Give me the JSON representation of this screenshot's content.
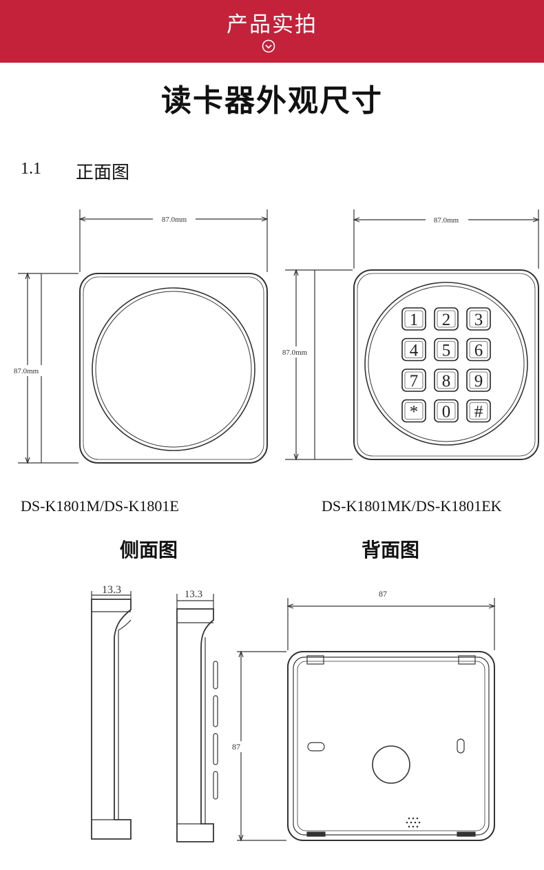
{
  "header": {
    "title": "产品实拍",
    "arrow_icon": "chevron-down-circle-icon"
  },
  "main_title": "读卡器外观尺寸",
  "section": {
    "number": "1.1",
    "title": "正面图"
  },
  "front_views": [
    {
      "model": "DS-K1801M/DS-K1801E",
      "width_label": "87.0mm",
      "height_label": "87.0mm"
    },
    {
      "model": "DS-K1801MK/DS-K1801EK",
      "width_label": "87.0mm",
      "height_label": "87.0mm",
      "keys": [
        "1",
        "2",
        "3",
        "4",
        "5",
        "6",
        "7",
        "8",
        "9",
        "*",
        "0",
        "#"
      ]
    }
  ],
  "side_view": {
    "title": "侧面图",
    "depth_labels": [
      "13.3",
      "13.3"
    ]
  },
  "back_view": {
    "title": "背面图",
    "width_label": "87",
    "height_label": "87"
  },
  "colors": {
    "header_bg": "#c3223a",
    "header_text": "#ffffff"
  }
}
